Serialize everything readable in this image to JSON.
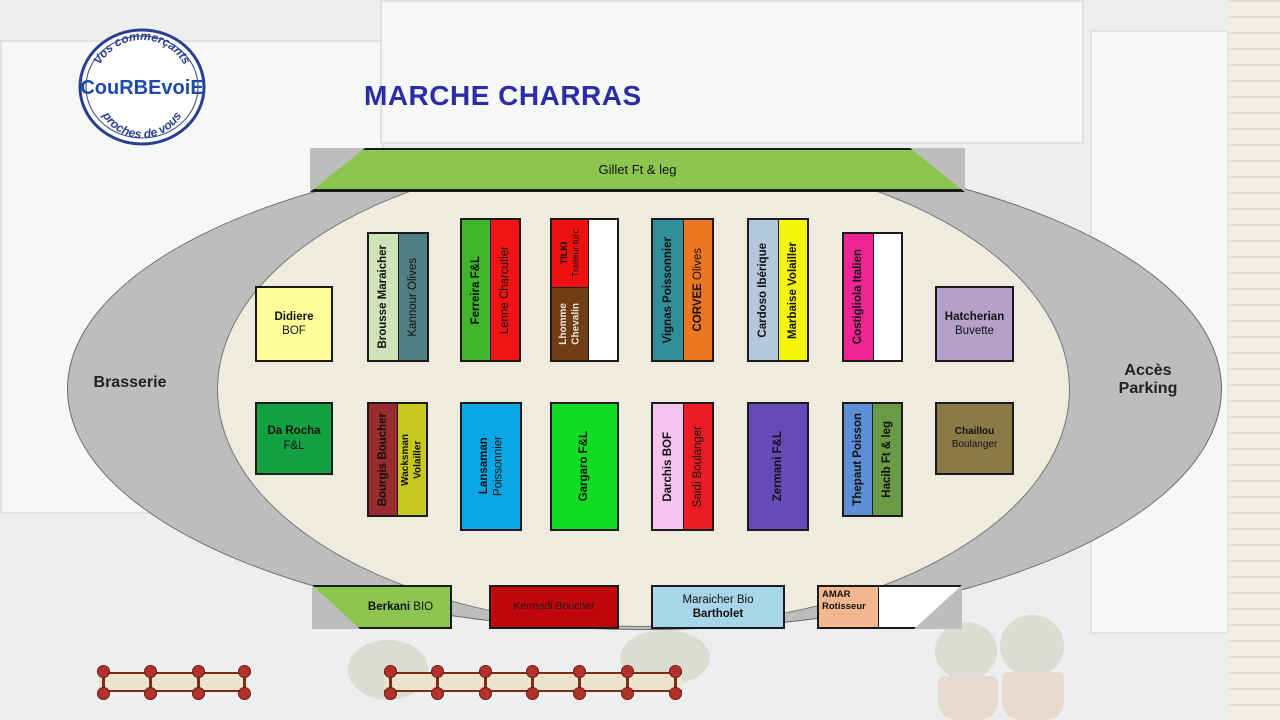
{
  "title": "MARCHE CHARRAS",
  "logo": {
    "line1": "Vos commerçants",
    "brand": "CouRBEvoiE",
    "line2": "proches de vous"
  },
  "labels": {
    "left": "Brasserie",
    "right_line1": "Accès",
    "right_line2": "Parking"
  },
  "colors": {
    "title": "#2a2da6",
    "ring": "#bdbdbd",
    "inner": "#eeecde",
    "outline": "#1a1a1a"
  },
  "top_band": {
    "name": "Gillet",
    "detail": "Ft & leg"
  },
  "stalls": {
    "didiere": {
      "name": "Didiere",
      "detail": "BOF"
    },
    "brousse": {
      "name": "Brousse Maraicher"
    },
    "kannour": {
      "name": "Kannour Olives"
    },
    "ferreira": {
      "name": "Ferreira F&L"
    },
    "lenne": {
      "name": "Lenne Charcutier"
    },
    "tilki": {
      "name": "TILKI",
      "detail": "Traiteur turc"
    },
    "lhomme": {
      "name": "Lhomme",
      "detail": "Chevalin"
    },
    "vignas": {
      "name": "Vignas Poissonnier"
    },
    "corvee": {
      "name": "CORVEE",
      "detail": "Olives"
    },
    "cardoso": {
      "name": "Cardoso Ibérique"
    },
    "marbaise": {
      "name": "Marbaise Volailler"
    },
    "costigliola": {
      "name": "Costigliola Italien"
    },
    "hatcherian": {
      "name": "Hatcherian",
      "detail": "Buvette"
    },
    "darocha": {
      "name": "Da Rocha",
      "detail": "F&L"
    },
    "bourgis": {
      "name": "Bourgis Boucher"
    },
    "wacksman": {
      "name": "Wacksman",
      "detail": "Volailler"
    },
    "lansaman": {
      "name": "Lansaman",
      "detail": "Poissonnier"
    },
    "gargaro": {
      "name": "Gargaro F&L"
    },
    "darchis": {
      "name": "Darchis BOF"
    },
    "saidi": {
      "name": "Saidi Boulanger"
    },
    "zermani": {
      "name": "Zermani F&L"
    },
    "thepaut": {
      "name": "Thepaut Poisson"
    },
    "hacib": {
      "name": "Hacib Ft & leg"
    },
    "chaillou": {
      "name": "Chaillou",
      "detail": "Boulanger"
    },
    "berkani": {
      "name": "Berkani",
      "detail": "BIO"
    },
    "kermadi": {
      "name": "Kermadi Boucher"
    },
    "maraicherbio": {
      "name": "Maraicher Bio",
      "detail": "Bartholet"
    },
    "amar": {
      "name": "AMAR",
      "detail": "Rotisseur"
    }
  }
}
